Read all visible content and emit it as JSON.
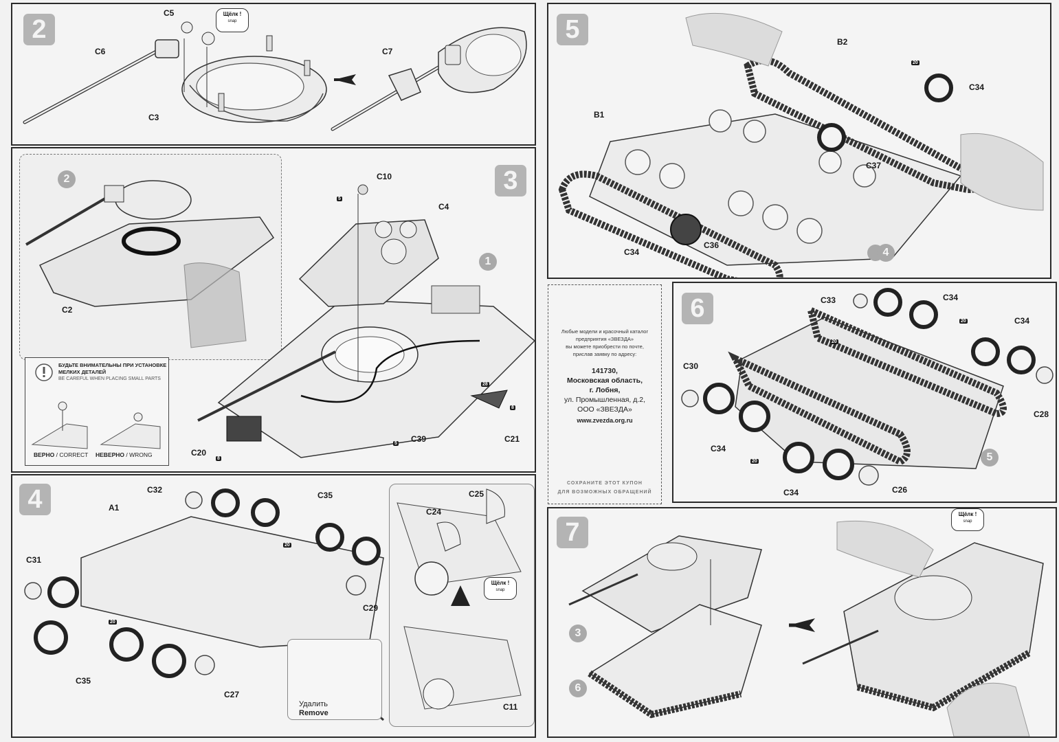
{
  "steps": {
    "s2": "2",
    "s3": "3",
    "s4": "4",
    "s5": "5",
    "s6": "6",
    "s7": "7"
  },
  "parts": {
    "c5": "C5",
    "c6": "C6",
    "c3": "C3",
    "c7": "C7",
    "c2": "C2",
    "c10": "C10",
    "c4": "C4",
    "c20": "C20",
    "c39": "C39",
    "c21": "C21",
    "a1": "A1",
    "c32": "C32",
    "c35_top": "C35",
    "c31": "C31",
    "c35_bottom": "C35",
    "c27": "C27",
    "c29": "C29",
    "c25": "C25",
    "c24": "C24",
    "c11": "C11",
    "b2": "B2",
    "b1": "B1",
    "c34_s5a": "C34",
    "c37": "C37",
    "c34_s5b": "C34",
    "c36": "C36",
    "c33": "C33",
    "c34_s6a": "C34",
    "c34_s6b": "C34",
    "c30": "C30",
    "c28": "C28",
    "c34_s6c": "C34",
    "c34_s6d": "C34",
    "c26": "C26"
  },
  "subassembly_refs": {
    "ref2_in3": "2",
    "ref1_in3": "1",
    "ref4_in5": "4",
    "ref5_in6": "5",
    "ref3_in7": "3",
    "ref6_in7": "6"
  },
  "paint_badges": {
    "p1": "5",
    "p2": "8",
    "p3": "5",
    "p4": "28",
    "p5": "8",
    "p6": "20",
    "p7": "20",
    "p8": "20",
    "p9": "20",
    "p10": "20",
    "p11": "20"
  },
  "click_text": {
    "ru": "Щёлк !",
    "en": "snap"
  },
  "warning": {
    "title_line1": "БУДЬТЕ ВНИМАТЕЛЬНЫ ПРИ УСТАНОВКЕ",
    "title_line2": "МЕЛКИХ ДЕТАЛЕЙ",
    "subtitle": "BE CAREFUL WHEN PLACING SMALL PARTS",
    "ok_ru": "ВЕРНО",
    "ok_en": "CORRECT",
    "wrong_ru": "НЕВЕРНО",
    "wrong_en": "WRONG"
  },
  "remove": {
    "ru": "Удалить",
    "en": "Remove"
  },
  "coupon": {
    "line1": "Любые модели и красочный каталог",
    "line2": "предприятия «ЗВЕЗДА»",
    "line3": "вы можете приобрести по почте,",
    "line4": "прислав заявку по адресу:",
    "zip": "141730,",
    "region": "Московская область,",
    "city": "г. Лобня,",
    "street": "ул. Промышленная, д.2,",
    "company": "ООО «ЗВЕЗДА»",
    "web": "www.zvezda.org.ru",
    "foot1": "СОХРАНИТЕ ЭТОТ КУПОН",
    "foot2": "ДЛЯ ВОЗМОЖНЫХ ОБРАЩЕНИЙ"
  }
}
